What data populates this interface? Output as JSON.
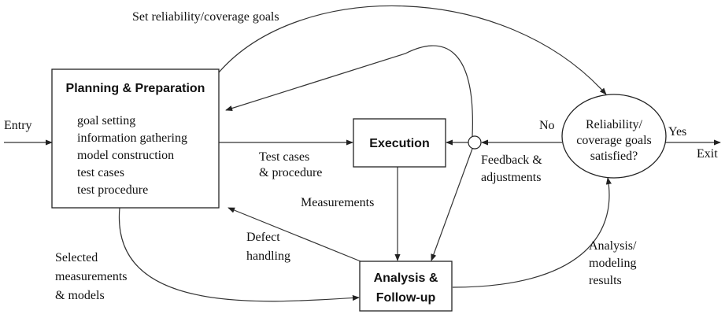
{
  "labels": {
    "set_goals": "Set reliability/coverage goals",
    "entry": "Entry",
    "exit": "Exit",
    "yes": "Yes",
    "no": "No",
    "test_cases_1": "Test cases",
    "test_cases_2": "& procedure",
    "measurements": "Measurements",
    "feedback_1": "Feedback &",
    "feedback_2": "adjustments",
    "defect_1": "Defect",
    "defect_2": "handling",
    "selected_1": "Selected",
    "selected_2": "measurements",
    "selected_3": "& models",
    "analysis_results_1": "Analysis/",
    "analysis_results_2": "modeling",
    "analysis_results_3": "results"
  },
  "planning": {
    "title": "Planning & Preparation",
    "items": [
      "goal setting",
      "information gathering",
      "model construction",
      "test cases",
      "test procedure"
    ]
  },
  "execution": {
    "title": "Execution"
  },
  "analysis": {
    "title_1": "Analysis &",
    "title_2": "Follow-up"
  },
  "decision": {
    "line_1": "Reliability/",
    "line_2": "coverage goals",
    "line_3": "satisfied?"
  }
}
